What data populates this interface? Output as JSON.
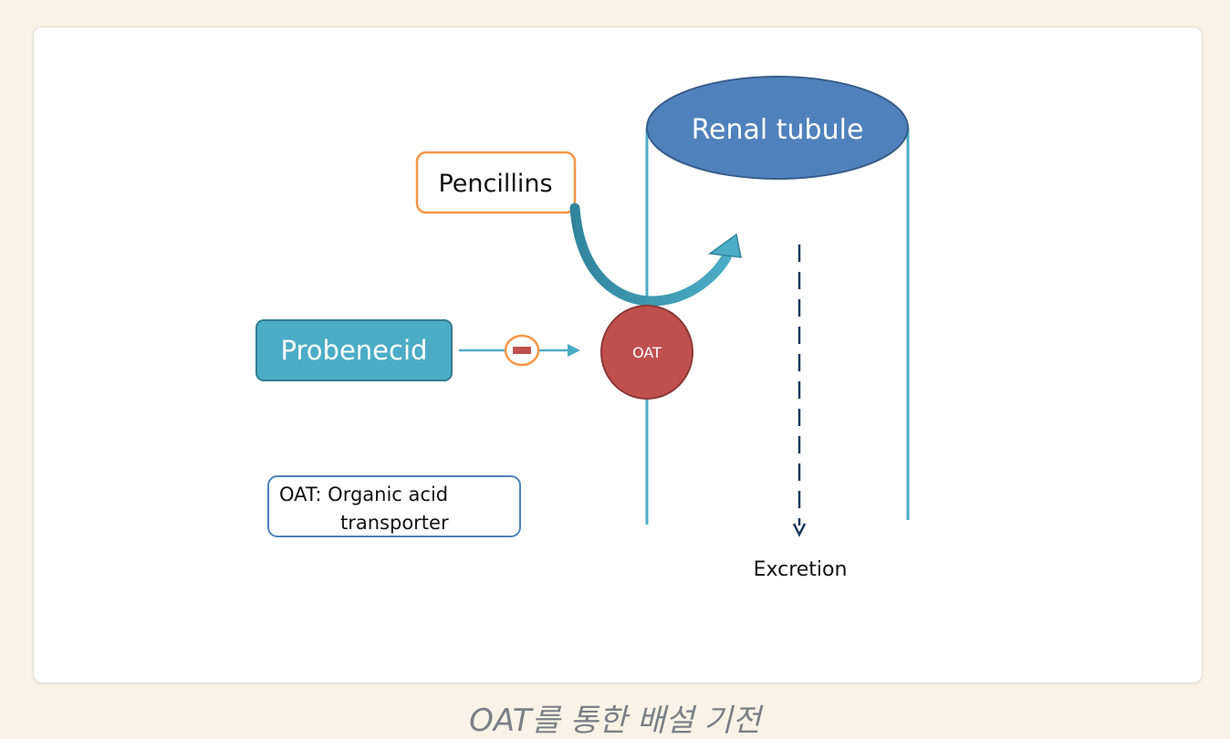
{
  "diagram": {
    "renal_tubule_label": "Renal tubule",
    "pencillins_label": "Pencillins",
    "probenecid_label": "Probenecid",
    "oat_label": "OAT",
    "inhibit_symbol_name": "minus-inhibition-icon",
    "excretion_label": "Excretion",
    "legend_line1": "OAT: Organic acid",
    "legend_line2": "transporter"
  },
  "caption": "OAT를 통한 배설 기전",
  "colors": {
    "page_background": "#f8f3e6",
    "renal_tubule_fill": "#4f81bd",
    "tubule_wall": "#4bacc6",
    "pencillins_border": "#f79646",
    "probenecid_fill": "#4bacc6",
    "oat_fill": "#c0504d",
    "curved_arrow": "#31859c",
    "dashed_arrow": "#17375e",
    "legend_border": "#4f81bd",
    "inhibit_mark": "#c0504d"
  }
}
